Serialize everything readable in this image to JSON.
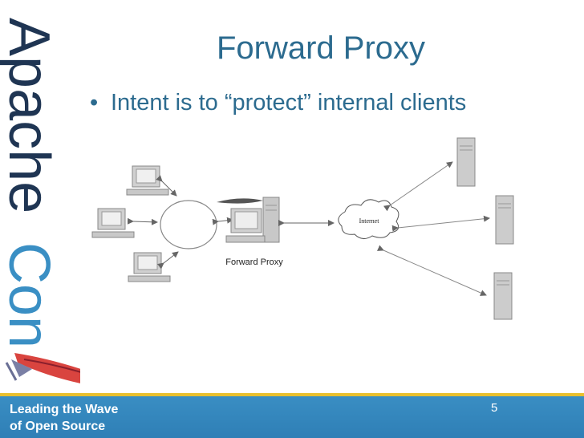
{
  "brand": {
    "word_apache": "Apache",
    "word_con": "Con"
  },
  "slide": {
    "title": "Forward Proxy",
    "bullet": "Intent is to “protect” internal clients",
    "page_number": "5"
  },
  "diagram": {
    "proxy_label": "Forward Proxy",
    "cloud_label": "Internet"
  },
  "footer": {
    "line1": "Leading the Wave",
    "line2": "of Open Source"
  },
  "colors": {
    "title": "#2c6b8f",
    "brand_dark": "#1f3553",
    "brand_blue": "#3a8fc4",
    "footer": "#3a8fc4",
    "accent": "#e9c02e"
  }
}
